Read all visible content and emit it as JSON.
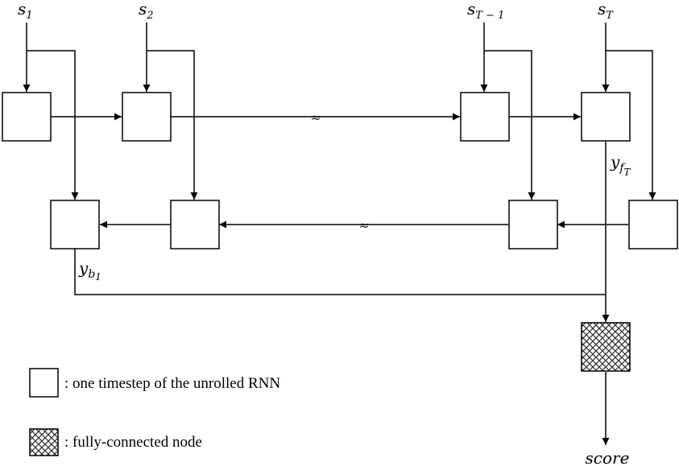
{
  "inputs": {
    "s1": {
      "base": "s",
      "sub": "1"
    },
    "s2": {
      "base": "s",
      "sub": "2"
    },
    "sT1": {
      "base": "s",
      "sub": "T − 1"
    },
    "sT": {
      "base": "s",
      "sub": "T"
    }
  },
  "outputs": {
    "yfT": {
      "base": "y",
      "sub": "f",
      "subsub": "T"
    },
    "yb1": {
      "base": "y",
      "sub": "b",
      "subsub": "1"
    }
  },
  "ellipsis": {
    "forward": "≈",
    "backward": "≈"
  },
  "score_label": "score",
  "legend": {
    "rnn_text": ": one timestep of the unrolled RNN",
    "fc_text": ": fully-connected node"
  }
}
